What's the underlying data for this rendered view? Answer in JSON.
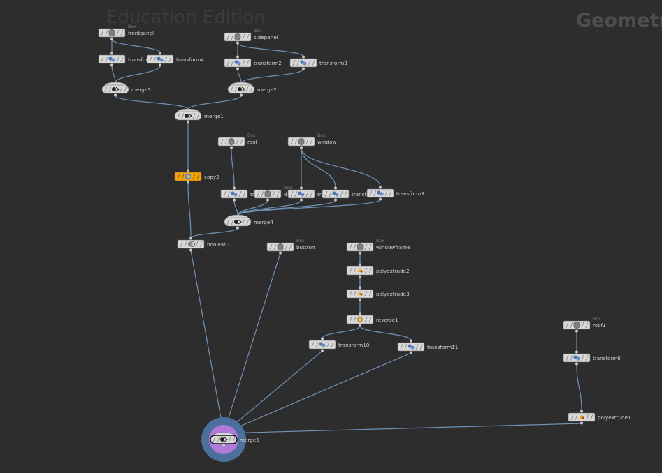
{
  "watermark": "Education Edition",
  "context_label": "Geometr",
  "colors": {
    "background": "#2d2d2d",
    "wire": "#6f93b8",
    "node_body": "#d8d8d8",
    "node_stripe": "#8d8d8d",
    "label": "#d0d0d0",
    "type_label": "#7a7a7a",
    "copy_node": "#f6a300",
    "display_ring": "#4c6f9e",
    "render_ring": "#b07ad8"
  },
  "nodes": [
    {
      "id": "frontpanel",
      "label": "frontpanel",
      "type": "Box",
      "icon": "box-icon",
      "state": "normal"
    },
    {
      "id": "transform1",
      "label": "transfor",
      "type": "",
      "icon": "transform-icon",
      "state": "normal"
    },
    {
      "id": "transform4",
      "label": "transform4",
      "type": "",
      "icon": "transform-icon",
      "state": "normal"
    },
    {
      "id": "merge3",
      "label": "merge3",
      "type": "",
      "icon": "merge-icon",
      "state": "normal"
    },
    {
      "id": "sidepanel",
      "label": "sidepanel",
      "type": "Box",
      "icon": "box-icon",
      "state": "normal"
    },
    {
      "id": "transform2",
      "label": "transform2",
      "type": "",
      "icon": "transform-icon",
      "state": "normal"
    },
    {
      "id": "transform3",
      "label": "transform3",
      "type": "",
      "icon": "transform-icon",
      "state": "normal"
    },
    {
      "id": "merge2",
      "label": "merge2",
      "type": "",
      "icon": "merge-icon",
      "state": "normal"
    },
    {
      "id": "merge1",
      "label": "merge1",
      "type": "",
      "icon": "merge-icon",
      "state": "normal"
    },
    {
      "id": "copy2",
      "label": "copy2",
      "type": "",
      "icon": "copy-icon",
      "state": "bypass"
    },
    {
      "id": "roof",
      "label": "roof",
      "type": "Box",
      "icon": "box-icon",
      "state": "normal"
    },
    {
      "id": "window",
      "label": "window",
      "type": "Box",
      "icon": "box-icon",
      "state": "normal"
    },
    {
      "id": "tr_a",
      "label": "tr",
      "type": "",
      "icon": "transform-icon",
      "state": "normal"
    },
    {
      "id": "door",
      "label": "d",
      "type": "Box",
      "icon": "box-icon",
      "state": "normal"
    },
    {
      "id": "tr_b",
      "label": "tra",
      "type": "",
      "icon": "transform-icon",
      "state": "normal"
    },
    {
      "id": "tr_c",
      "label": "transfo",
      "type": "",
      "icon": "transform-icon",
      "state": "normal"
    },
    {
      "id": "transform9",
      "label": "transform9",
      "type": "",
      "icon": "transform-icon",
      "state": "normal"
    },
    {
      "id": "merge4",
      "label": "merge4",
      "type": "",
      "icon": "merge-icon",
      "state": "normal"
    },
    {
      "id": "boolean1",
      "label": "boolean1",
      "type": "",
      "icon": "boolean-icon",
      "state": "normal"
    },
    {
      "id": "buttton",
      "label": "buttton",
      "type": "Box",
      "icon": "box-icon",
      "state": "normal"
    },
    {
      "id": "windowframe",
      "label": "windowframe",
      "type": "Box",
      "icon": "box-icon",
      "state": "normal"
    },
    {
      "id": "polyextrude2",
      "label": "polyextrude2",
      "type": "",
      "icon": "polyextrude-icon",
      "state": "normal"
    },
    {
      "id": "polyextrude3",
      "label": "polyextrude3",
      "type": "",
      "icon": "polyextrude-icon",
      "state": "normal"
    },
    {
      "id": "reverse1",
      "label": "reverse1",
      "type": "",
      "icon": "reverse-icon",
      "state": "normal"
    },
    {
      "id": "transform10",
      "label": "transform10",
      "type": "",
      "icon": "transform-icon",
      "state": "normal"
    },
    {
      "id": "transform11",
      "label": "transform11",
      "type": "",
      "icon": "transform-icon",
      "state": "normal"
    },
    {
      "id": "roof1",
      "label": "roof1",
      "type": "Box",
      "icon": "box-icon",
      "state": "normal"
    },
    {
      "id": "transform6",
      "label": "transform6",
      "type": "",
      "icon": "transform-icon",
      "state": "normal"
    },
    {
      "id": "polyextrude1",
      "label": "polyextrude1",
      "type": "",
      "icon": "polyextrude-icon",
      "state": "normal"
    },
    {
      "id": "merge5",
      "label": "merge5",
      "type": "",
      "icon": "merge-icon",
      "state": "display-render"
    }
  ],
  "connections": [
    [
      "frontpanel",
      "transform1"
    ],
    [
      "frontpanel",
      "transform4"
    ],
    [
      "transform1",
      "merge3"
    ],
    [
      "transform4",
      "merge3"
    ],
    [
      "sidepanel",
      "transform2"
    ],
    [
      "sidepanel",
      "transform3"
    ],
    [
      "transform2",
      "merge2"
    ],
    [
      "transform3",
      "merge2"
    ],
    [
      "merge3",
      "merge1"
    ],
    [
      "merge2",
      "merge1"
    ],
    [
      "merge1",
      "copy2"
    ],
    [
      "roof",
      "tr_a"
    ],
    [
      "window",
      "tr_b"
    ],
    [
      "window",
      "tr_c"
    ],
    [
      "window",
      "transform9"
    ],
    [
      "tr_a",
      "merge4"
    ],
    [
      "door",
      "merge4"
    ],
    [
      "tr_b",
      "merge4"
    ],
    [
      "tr_c",
      "merge4"
    ],
    [
      "transform9",
      "merge4"
    ],
    [
      "copy2",
      "boolean1"
    ],
    [
      "merge4",
      "boolean1"
    ],
    [
      "windowframe",
      "polyextrude2"
    ],
    [
      "polyextrude2",
      "polyextrude3"
    ],
    [
      "polyextrude3",
      "reverse1"
    ],
    [
      "reverse1",
      "transform10"
    ],
    [
      "reverse1",
      "transform11"
    ],
    [
      "roof1",
      "transform6"
    ],
    [
      "transform6",
      "polyextrude1"
    ],
    [
      "boolean1",
      "merge5"
    ],
    [
      "buttton",
      "merge5"
    ],
    [
      "transform10",
      "merge5"
    ],
    [
      "transform11",
      "merge5"
    ],
    [
      "polyextrude1",
      "merge5"
    ]
  ]
}
